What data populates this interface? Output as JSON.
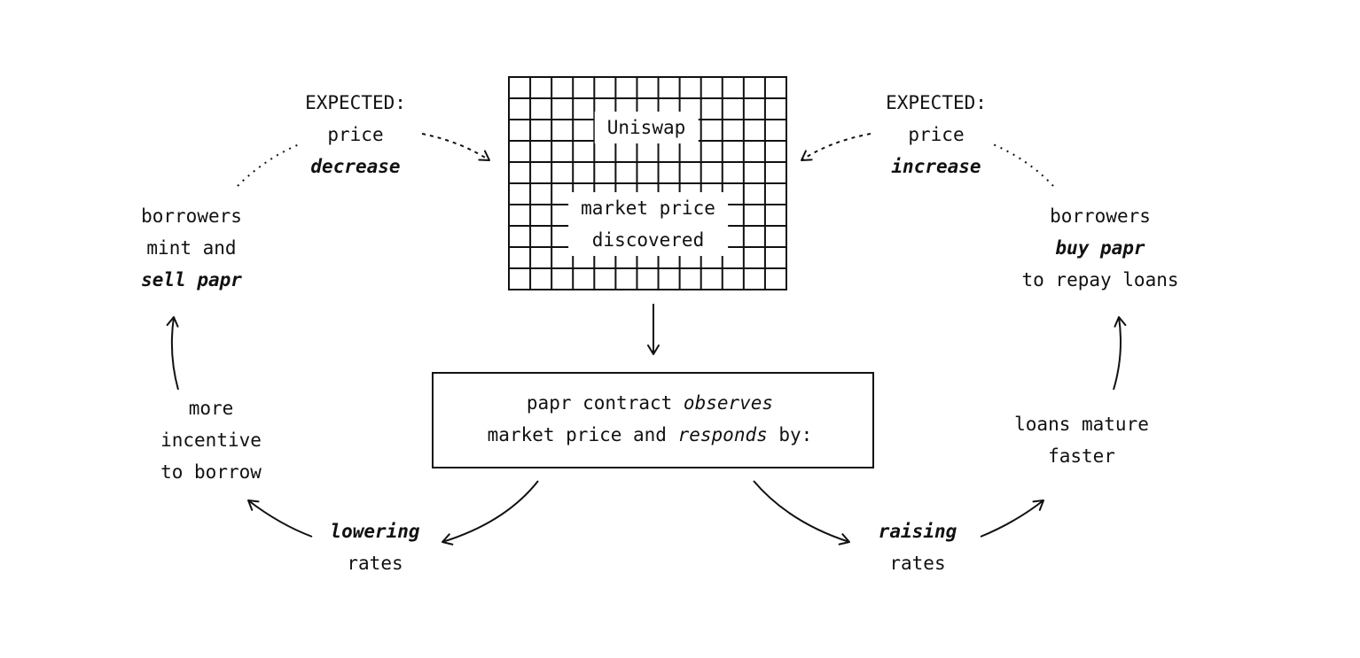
{
  "center": {
    "uniswap_label": "Uniswap",
    "market_line1": "market price",
    "market_line2": "discovered",
    "contract_line1_a": "papr contract ",
    "contract_line1_b": "observes",
    "contract_line2_a": "market price and ",
    "contract_line2_b": "responds",
    "contract_line2_c": " by:"
  },
  "left": {
    "expected_label": "EXPECTED:",
    "expected_word": "price",
    "expected_direction": "decrease",
    "borrowers_line1": "borrowers",
    "borrowers_line2": "mint and",
    "borrowers_line3": "sell papr",
    "incentive_line1": "more",
    "incentive_line2": "incentive",
    "incentive_line3": "to borrow",
    "rates_action": "lowering",
    "rates_word": "rates"
  },
  "right": {
    "expected_label": "EXPECTED:",
    "expected_word": "price",
    "expected_direction": "increase",
    "borrowers_line1": "borrowers",
    "borrowers_line2": "buy papr",
    "borrowers_line3": "to repay loans",
    "loans_line1": "loans mature",
    "loans_line2": "faster",
    "rates_action": "raising",
    "rates_word": "rates"
  },
  "colors": {
    "ink": "#111111",
    "background": "#ffffff"
  }
}
